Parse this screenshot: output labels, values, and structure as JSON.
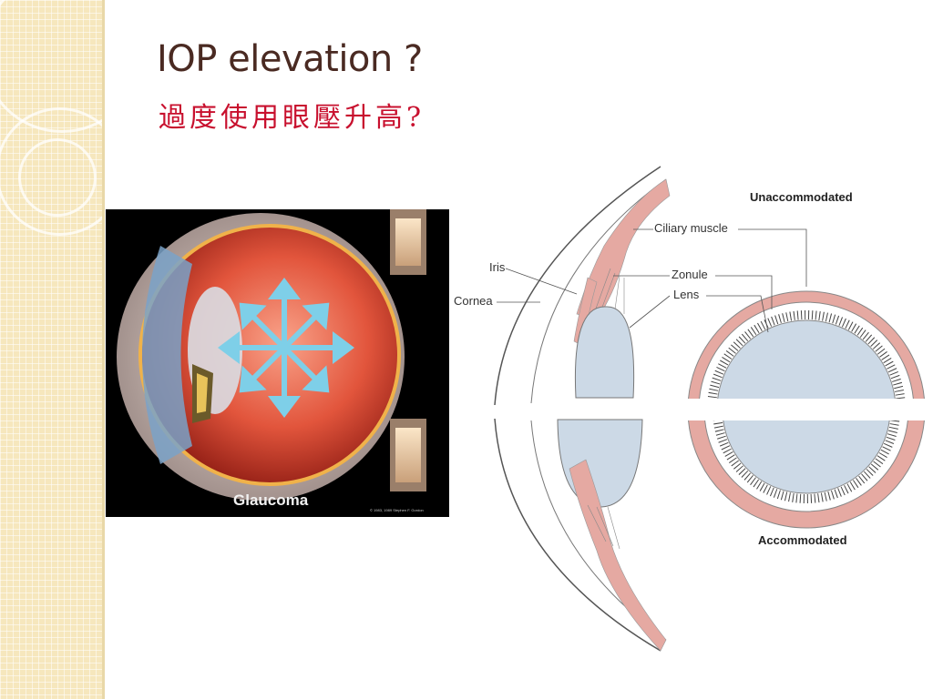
{
  "slide": {
    "title": "IOP elevation ?",
    "subtitle": "過度使用眼壓升高?"
  },
  "figure_photo": {
    "caption": "Glaucoma",
    "credit": "© 1983, 1989 Stephen F. Gordon"
  },
  "figure_diagram": {
    "labels": {
      "unaccommodated": "Unaccommodated",
      "accommodated": "Accommodated",
      "ciliary_muscle": "Ciliary muscle",
      "zonule": "Zonule",
      "lens": "Lens",
      "iris": "Iris",
      "cornea": "Cornea"
    }
  },
  "colors": {
    "title": "#4a2a22",
    "subtitle": "#c8102e",
    "tissue": "#e5a9a2",
    "lens": "#ccd9e6",
    "strip": "#f6e7bd"
  }
}
